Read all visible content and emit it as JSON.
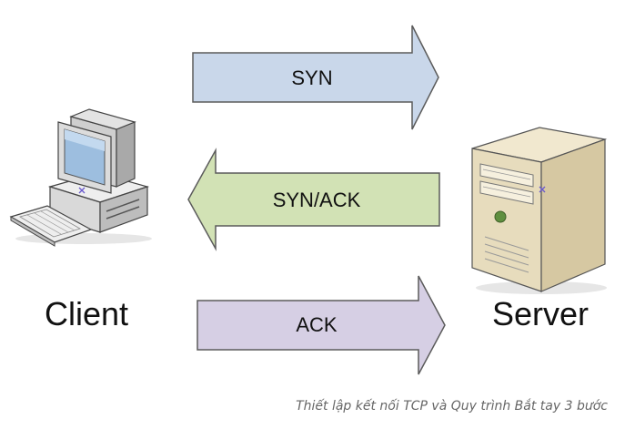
{
  "diagram": {
    "nodes": {
      "client": {
        "label": "Client",
        "icon": "desktop-computer-icon"
      },
      "server": {
        "label": "Server",
        "icon": "server-tower-icon"
      }
    },
    "messages": [
      {
        "label": "SYN",
        "direction": "client-to-server",
        "color": "#c9d7ea"
      },
      {
        "label": "SYN/ACK",
        "direction": "server-to-client",
        "color": "#d2e2b5"
      },
      {
        "label": "ACK",
        "direction": "client-to-server",
        "color": "#d6cfe4"
      }
    ]
  },
  "caption": "Thiết lập kết nối TCP và Quy trình Bắt tay 3 bước"
}
